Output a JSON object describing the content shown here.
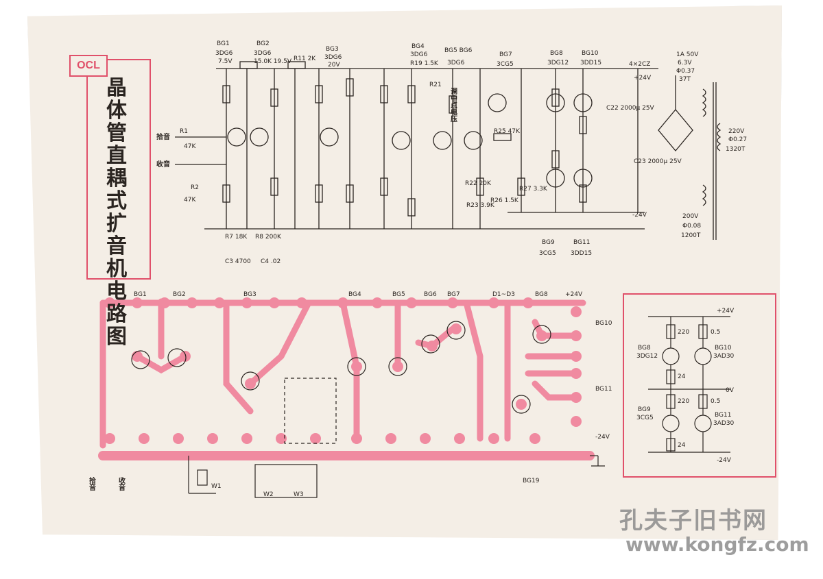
{
  "badge": "OCL",
  "title": "晶体管直耦式扩音机电路图",
  "schematic": {
    "top_labels": [
      {
        "id": "bg1",
        "text": "BG1"
      },
      {
        "id": "bg1t",
        "text": "3DG6"
      },
      {
        "id": "bg1v",
        "text": "7.5V"
      },
      {
        "id": "bg2",
        "text": "BG2"
      },
      {
        "id": "bg2t",
        "text": "3DG6"
      },
      {
        "id": "bg2v",
        "text": "15.0K 19.5V"
      },
      {
        "id": "r11",
        "text": "R11 2K"
      },
      {
        "id": "bg3",
        "text": "BG3"
      },
      {
        "id": "bg3t",
        "text": "3DG6"
      },
      {
        "id": "bg3v",
        "text": "20V"
      },
      {
        "id": "bg4",
        "text": "BG4"
      },
      {
        "id": "bg4t",
        "text": "3DG6"
      },
      {
        "id": "r19",
        "text": "R19 1.5K"
      },
      {
        "id": "bg56",
        "text": "BG5 BG6"
      },
      {
        "id": "bg56t",
        "text": "3DG6"
      },
      {
        "id": "bg7",
        "text": "BG7"
      },
      {
        "id": "bg7t",
        "text": "3CG5"
      },
      {
        "id": "bg8",
        "text": "BG8"
      },
      {
        "id": "bg8t",
        "text": "3DG12"
      },
      {
        "id": "bg10",
        "text": "BG10"
      },
      {
        "id": "bg10t",
        "text": "3DD15"
      },
      {
        "id": "cz",
        "text": "4×2CZ"
      },
      {
        "id": "pwr",
        "text": "1A 50V"
      },
      {
        "id": "pwr2",
        "text": "6.3V"
      },
      {
        "id": "pwr3",
        "text": "Φ0.37"
      },
      {
        "id": "pwr4",
        "text": "37T"
      },
      {
        "id": "p24",
        "text": "+24V"
      },
      {
        "id": "m24",
        "text": "-24V"
      },
      {
        "id": "v220",
        "text": "220V"
      },
      {
        "id": "v220b",
        "text": "Φ0.27"
      },
      {
        "id": "v220c",
        "text": "1320T"
      },
      {
        "id": "v200",
        "text": "200V"
      },
      {
        "id": "v200b",
        "text": "Φ0.08"
      },
      {
        "id": "v200c",
        "text": "1200T"
      },
      {
        "id": "bg9",
        "text": "BG9"
      },
      {
        "id": "bg9t",
        "text": "3CG5"
      },
      {
        "id": "bg11",
        "text": "BG11"
      },
      {
        "id": "bg11t",
        "text": "3DD15"
      },
      {
        "id": "in1",
        "text": "拾音"
      },
      {
        "id": "in2",
        "text": "收音"
      },
      {
        "id": "r1",
        "text": "R1"
      },
      {
        "id": "r1v",
        "text": "47K"
      },
      {
        "id": "r2",
        "text": "R2"
      },
      {
        "id": "r2v",
        "text": "47K"
      },
      {
        "id": "c3",
        "text": "C3 4700"
      },
      {
        "id": "c4",
        "text": "C4 .02"
      },
      {
        "id": "r7",
        "text": "R7 18K"
      },
      {
        "id": "r8",
        "text": "R8 200K"
      },
      {
        "id": "tiao",
        "text": "调中点电压"
      },
      {
        "id": "r21",
        "text": "R21"
      },
      {
        "id": "r22",
        "text": "R22 20K"
      },
      {
        "id": "r23",
        "text": "R23 3.9K"
      },
      {
        "id": "r25",
        "text": "R25 47K"
      },
      {
        "id": "r26",
        "text": "R26 1.5K"
      },
      {
        "id": "r27",
        "text": "R27 3.3K"
      },
      {
        "id": "c22",
        "text": "C22 2000μ 25V"
      },
      {
        "id": "c23",
        "text": "C23 2000μ 25V"
      }
    ],
    "bottom_labels": [
      {
        "id": "b_bg1",
        "text": "BG1"
      },
      {
        "id": "b_bg2",
        "text": "BG2"
      },
      {
        "id": "b_bg3",
        "text": "BG3"
      },
      {
        "id": "b_bg4",
        "text": "BG4"
      },
      {
        "id": "b_bg5",
        "text": "BG5"
      },
      {
        "id": "b_bg6",
        "text": "BG6"
      },
      {
        "id": "b_bg7",
        "text": "BG7"
      },
      {
        "id": "b_d",
        "text": "D1~D3"
      },
      {
        "id": "b_bg8",
        "text": "BG8"
      },
      {
        "id": "b_p24",
        "text": "+24V"
      },
      {
        "id": "b_m24",
        "text": "-24V"
      },
      {
        "id": "b_bg10",
        "text": "BG10"
      },
      {
        "id": "b_bg11",
        "text": "BG11"
      },
      {
        "id": "b_w1",
        "text": "W1"
      },
      {
        "id": "b_w2",
        "text": "W2"
      },
      {
        "id": "b_w3",
        "text": "W3"
      },
      {
        "id": "b_in1",
        "text": "拾音"
      },
      {
        "id": "b_in2",
        "text": "收音"
      },
      {
        "id": "b_bg19",
        "text": "BG19"
      }
    ],
    "detail_labels": [
      {
        "id": "d_p24",
        "text": "+24V"
      },
      {
        "id": "d_220a",
        "text": "220"
      },
      {
        "id": "d_05a",
        "text": "0.5"
      },
      {
        "id": "d_bg8",
        "text": "BG8"
      },
      {
        "id": "d_bg8t",
        "text": "3DG12"
      },
      {
        "id": "d_bg10",
        "text": "BG10"
      },
      {
        "id": "d_bg10t",
        "text": "3AD30"
      },
      {
        "id": "d_24a",
        "text": "24"
      },
      {
        "id": "d_0v",
        "text": "0V"
      },
      {
        "id": "d_220b",
        "text": "220"
      },
      {
        "id": "d_05b",
        "text": "0.5"
      },
      {
        "id": "d_bg9",
        "text": "BG9"
      },
      {
        "id": "d_bg9t",
        "text": "3CG5"
      },
      {
        "id": "d_bg11",
        "text": "BG11"
      },
      {
        "id": "d_bg11t",
        "text": "3AD30"
      },
      {
        "id": "d_24b",
        "text": "24"
      },
      {
        "id": "d_m24",
        "text": "-24V"
      }
    ]
  },
  "watermark": {
    "name": "孔夫子旧书网",
    "url": "www.kongfz.com"
  },
  "colors": {
    "paper": "#f4eee6",
    "ink": "#2a2420",
    "trace": "#f08aa0",
    "frame": "#e0506a",
    "watermark": "#8c8c8c"
  }
}
